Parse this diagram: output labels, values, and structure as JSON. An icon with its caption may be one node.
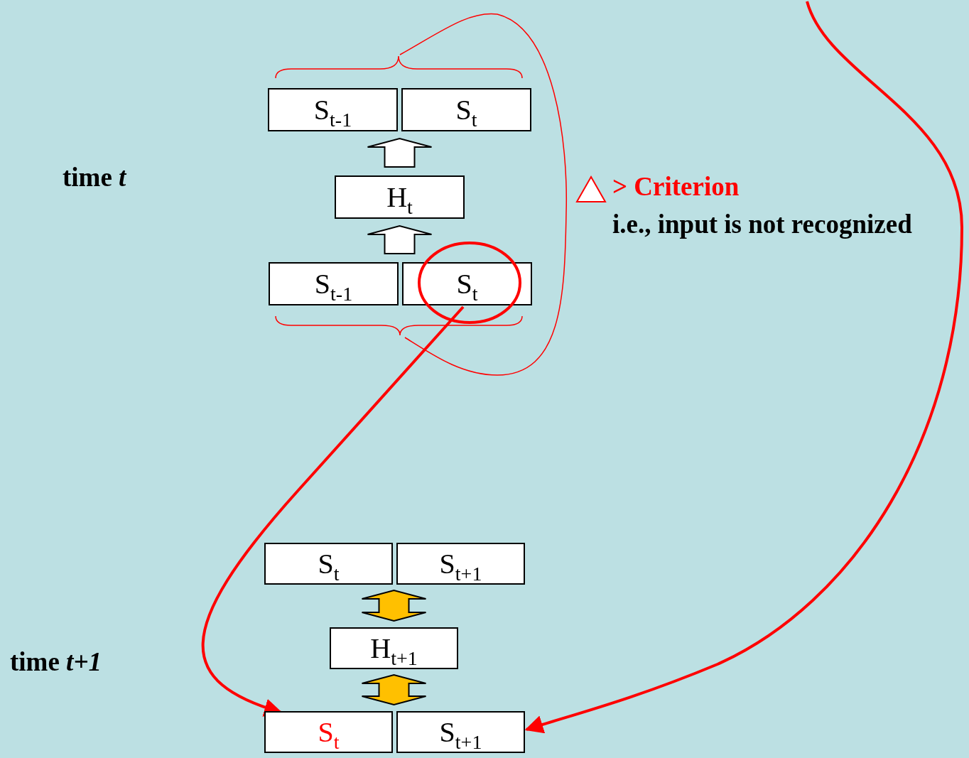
{
  "diagram": {
    "nodes": [
      {
        "text": [
          "S$_{t-1}$"
        ]
      },
      {
        "text": [
          "S$_{t}$"
        ]
      },
      {
        "text": [
          "H$_{t}$"
        ]
      },
      {
        "text": [
          "S$_{t-1}$"
        ]
      },
      {
        "text": [
          "S$_{t}$"
        ]
      },
      {
        "text": [
          "S$_{t}$"
        ]
      },
      {
        "text": [
          "S$_{t+1}$"
        ]
      },
      {
        "text": [
          "H$_{t+1}$"
        ]
      },
      {
        "text": [
          "S$_{t}$"
        ]
      },
      {
        "text": [
          "S$_{t+1}$"
        ]
      }
    ],
    "edges": [
      {
        "from": 3,
        "to": 2,
        "arrow": "to"
      },
      {
        "from": 4,
        "to": 2,
        "arrow": "to"
      },
      {
        "from": 2,
        "to": 0,
        "arrow": "to"
      },
      {
        "from": 2,
        "to": 1,
        "arrow": "to"
      },
      {
        "from": 5,
        "to": 7,
        "arrow": "both",
        "color": "#ffc000"
      },
      {
        "from": 6,
        "to": 7,
        "arrow": "both",
        "color": "#ffc000"
      },
      {
        "from": 7,
        "to": 8,
        "arrow": "both",
        "color": "#ffc000"
      },
      {
        "from": 7,
        "to": 9,
        "arrow": "both",
        "color": "#ffc000"
      },
      {
        "from": 4,
        "to": 8,
        "arrow": "to",
        "color": "#ff0000"
      },
      {
        "from": null,
        "to": 9,
        "arrow": "to",
        "color": "#ff0000"
      }
    ],
    "labels": [
      "time *t*",
      "> Criterion",
      "i.e., input is not recognized",
      "time *t+1*"
    ]
  }
}
